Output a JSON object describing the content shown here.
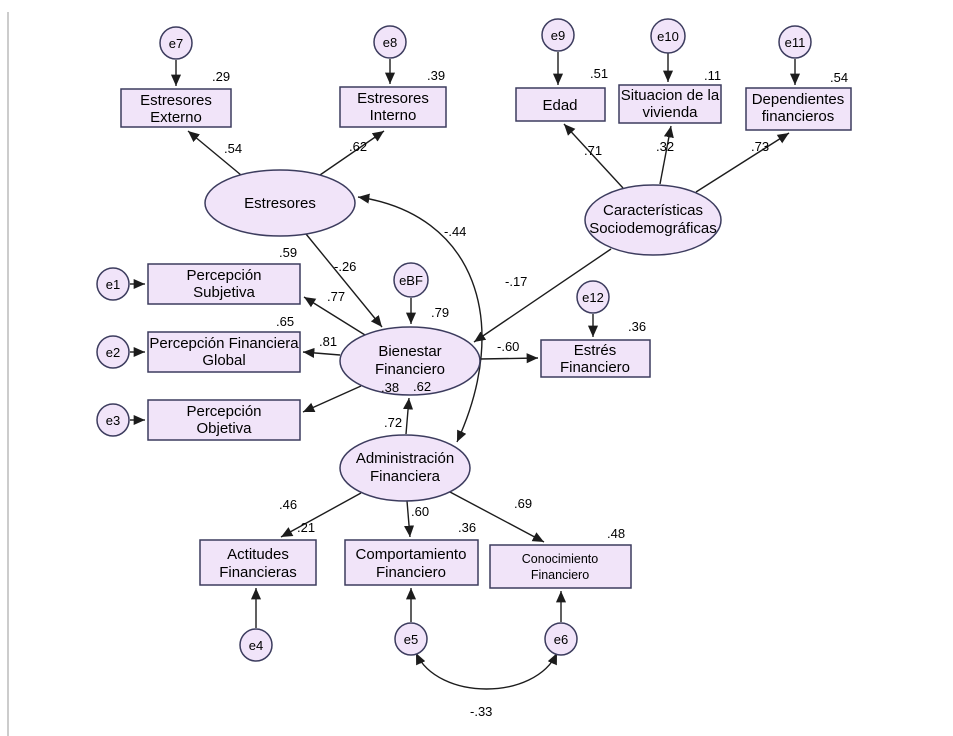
{
  "colors": {
    "bg": "#ffffff",
    "node_fill": "#f1e4f9",
    "node_stroke": "#3c3c5e",
    "line": "#1c1c1c"
  },
  "latents": {
    "estresores": {
      "label": "Estresores"
    },
    "caracteristicas": {
      "line1": "Características",
      "line2": "Sociodemográficas"
    },
    "bienestar": {
      "line1": "Bienestar",
      "line2": "Financiero",
      "r2": ".79"
    },
    "administracion": {
      "line1": "Administración",
      "line2": "Financiera"
    }
  },
  "observed": {
    "estresores_externo": {
      "line1": "Estresores",
      "line2": "Externo",
      "r2": ".29"
    },
    "estresores_interno": {
      "line1": "Estresores",
      "line2": "Interno",
      "r2": ".39"
    },
    "edad": {
      "line1": "Edad",
      "r2": ".51"
    },
    "situacion_vivienda": {
      "line1": "Situacion de la",
      "line2": "vivienda",
      "r2": ".11"
    },
    "dependientes": {
      "line1": "Dependientes",
      "line2": "financieros",
      "r2": ".54"
    },
    "percepcion_subjetiva": {
      "line1": "Percepción",
      "line2": "Subjetiva",
      "r2": ".59"
    },
    "percepcion_global": {
      "line1": "Percepción Financiera",
      "line2": "Global",
      "r2": ".65"
    },
    "percepcion_objetiva": {
      "line1": "Percepción",
      "line2": "Objetiva",
      "r2": ".38"
    },
    "estres_financiero": {
      "line1": "Estrés",
      "line2": "Financiero",
      "r2": ".36"
    },
    "actitudes": {
      "line1": "Actitudes",
      "line2": "Financieras",
      "r2": ".21"
    },
    "comportamiento": {
      "line1": "Comportamiento",
      "line2": "Financiero",
      "r2": ".36"
    },
    "conocimiento": {
      "line1": "Conocimiento",
      "line2": "Financiero",
      "r2": ".48"
    }
  },
  "errors": {
    "e1": "e1",
    "e2": "e2",
    "e3": "e3",
    "e4": "e4",
    "e5": "e5",
    "e6": "e6",
    "e7": "e7",
    "e8": "e8",
    "e9": "e9",
    "e10": "e10",
    "e11": "e11",
    "e12": "e12",
    "ebf": "eBF"
  },
  "coefficients": {
    "estresores_to_externo": ".54",
    "estresores_to_interno": ".62",
    "caracteristicas_to_edad": ".71",
    "caracteristicas_to_situacion": ".32",
    "caracteristicas_to_dependientes": ".73",
    "estresores_to_bienestar": "-.26",
    "caracteristicas_to_bienestar": "-.17",
    "bienestar_to_subjetiva": ".77",
    "bienestar_to_global": ".81",
    "bienestar_to_objetiva": ".62",
    "bienestar_to_estres": "-.60",
    "administracion_to_bienestar": ".72",
    "administracion_to_actitudes": ".46",
    "administracion_to_comportamiento": ".60",
    "administracion_to_conocimiento": ".69",
    "cov_estresores_administracion": "-.44",
    "cov_e5_e6": "-.33"
  }
}
